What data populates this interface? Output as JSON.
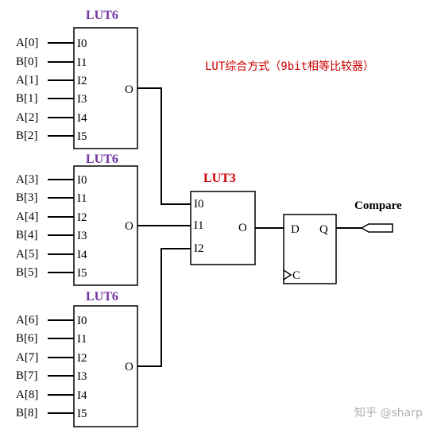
{
  "colors": {
    "lut6_title": "#7030a0",
    "lut3_title": "#cc0000",
    "annotation": "#cc0000",
    "line": "#000000",
    "watermark": "#b0b0b0"
  },
  "annotation": "LUT综合方式（9bit相等比较器）",
  "lut6_blocks": [
    {
      "title": "LUT6",
      "inputs": [
        {
          "signal": "A[0]",
          "pin": "I0"
        },
        {
          "signal": "B[0]",
          "pin": "I1"
        },
        {
          "signal": "A[1]",
          "pin": "I2"
        },
        {
          "signal": "B[1]",
          "pin": "I3"
        },
        {
          "signal": "A[2]",
          "pin": "I4"
        },
        {
          "signal": "B[2]",
          "pin": "I5"
        }
      ],
      "output": "O"
    },
    {
      "title": "LUT6",
      "inputs": [
        {
          "signal": "A[3]",
          "pin": "I0"
        },
        {
          "signal": "B[3]",
          "pin": "I1"
        },
        {
          "signal": "A[4]",
          "pin": "I2"
        },
        {
          "signal": "B[4]",
          "pin": "I3"
        },
        {
          "signal": "A[5]",
          "pin": "I4"
        },
        {
          "signal": "B[5]",
          "pin": "I5"
        }
      ],
      "output": "O"
    },
    {
      "title": "LUT6",
      "inputs": [
        {
          "signal": "A[6]",
          "pin": "I0"
        },
        {
          "signal": "B[6]",
          "pin": "I1"
        },
        {
          "signal": "A[7]",
          "pin": "I2"
        },
        {
          "signal": "B[7]",
          "pin": "I3"
        },
        {
          "signal": "A[8]",
          "pin": "I4"
        },
        {
          "signal": "B[8]",
          "pin": "I5"
        }
      ],
      "output": "O"
    }
  ],
  "lut3": {
    "title": "LUT3",
    "inputs": [
      "I0",
      "I1",
      "I2"
    ],
    "output": "O"
  },
  "flipflop": {
    "d": "D",
    "q": "Q",
    "clk": "C"
  },
  "output_port": "Compare",
  "watermark": "知乎 @sharp"
}
